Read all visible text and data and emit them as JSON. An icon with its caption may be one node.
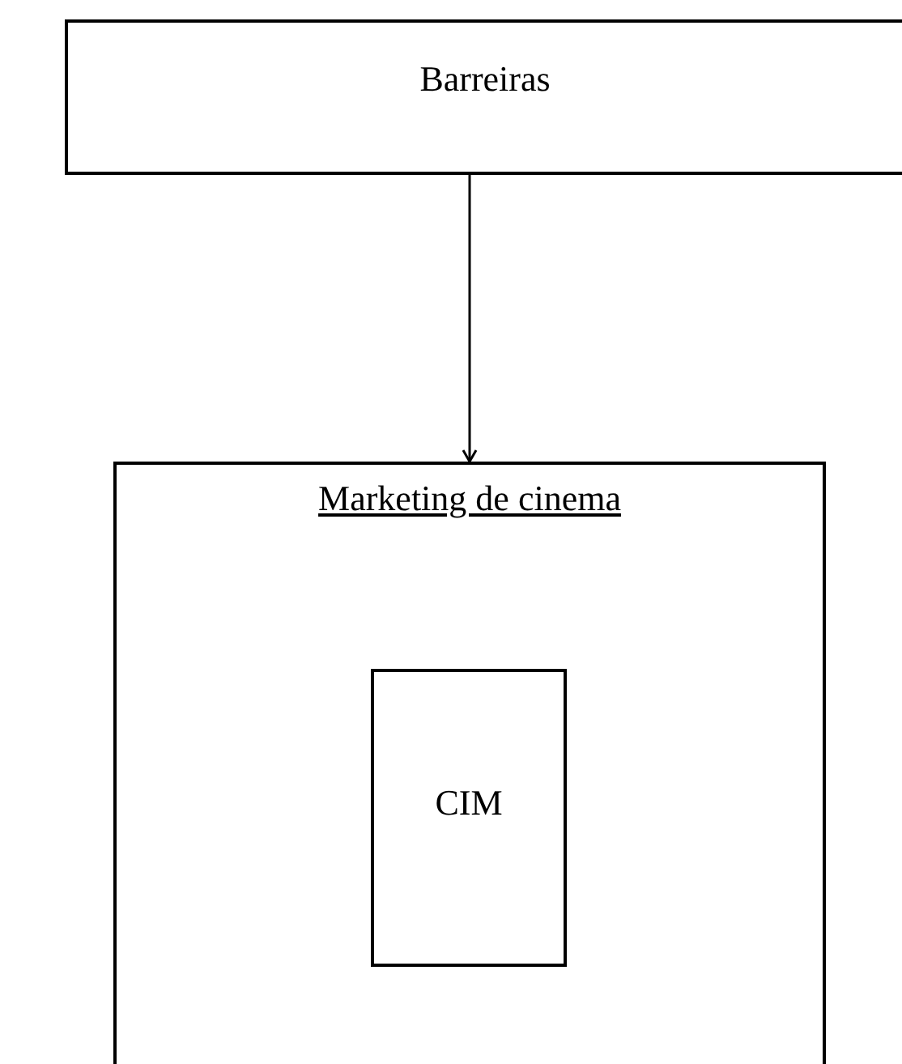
{
  "diagram": {
    "nodes": [
      {
        "text": [
          "Barreiras"
        ]
      },
      {
        "text": [
          "Marketing de cinema"
        ]
      },
      {
        "text": [
          "CIM"
        ],
        "in": 1
      }
    ],
    "edges": [
      {
        "from": 0,
        "to": 1,
        "arrow": "to"
      }
    ]
  }
}
